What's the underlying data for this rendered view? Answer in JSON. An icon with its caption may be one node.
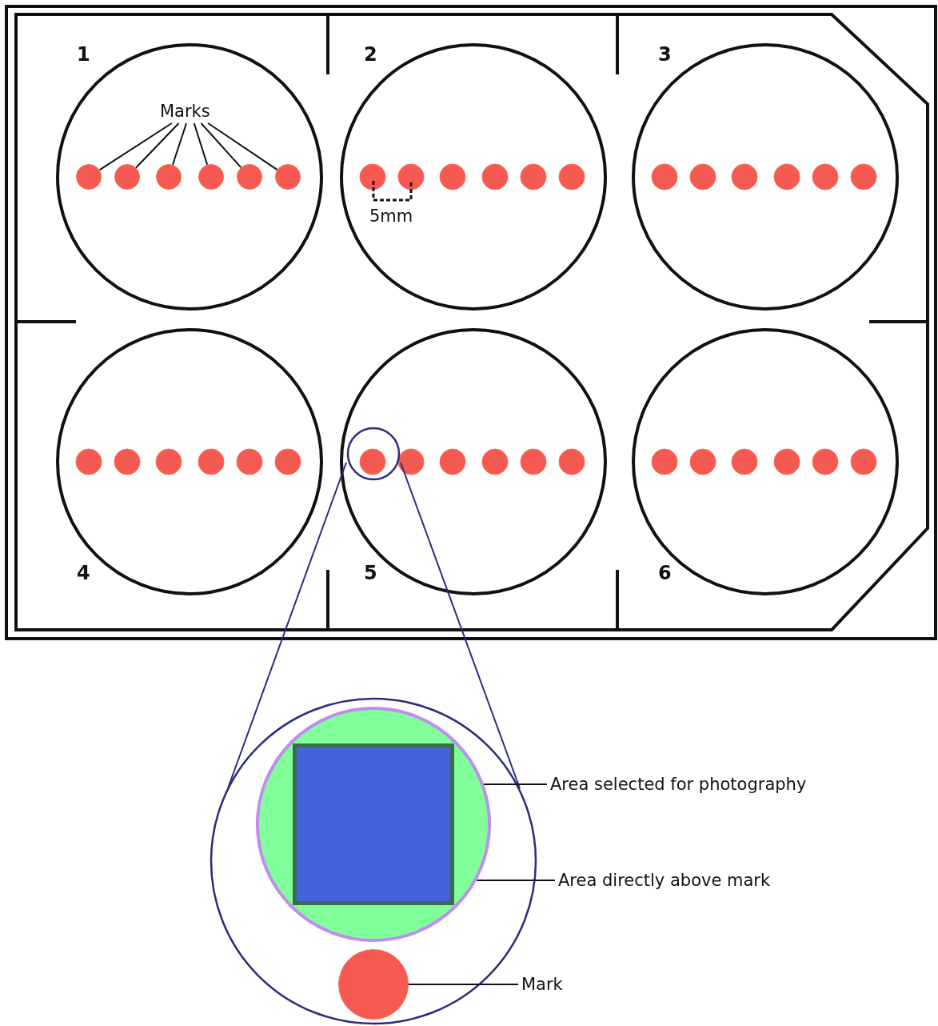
{
  "diagram": {
    "nodes": [
      {
        "text": [
          "Marks"
        ]
      },
      {
        "text": [],
        "shape": "circle"
      },
      {
        "text": [],
        "shape": "circle"
      },
      {
        "text": [],
        "shape": "circle"
      },
      {
        "text": [],
        "shape": "circle"
      },
      {
        "text": [],
        "shape": "circle"
      },
      {
        "text": [],
        "shape": "circle"
      },
      {
        "text": [
          "Area selected for photography"
        ]
      },
      {
        "text": [
          "Area directly above mark"
        ]
      },
      {
        "text": [
          "Mark"
        ]
      },
      {
        "text": [],
        "shape": "circle"
      },
      {
        "text": [],
        "shape": "box",
        "in": 10
      },
      {
        "text": [],
        "shape": "circle"
      }
    ],
    "edges": [
      {
        "from": 0,
        "to": 1,
        "arrow": "none"
      },
      {
        "from": 0,
        "to": 2,
        "arrow": "none"
      },
      {
        "from": 0,
        "to": 3,
        "arrow": "none"
      },
      {
        "from": 0,
        "to": 4,
        "arrow": "none"
      },
      {
        "from": 0,
        "to": 5,
        "arrow": "none"
      },
      {
        "from": 0,
        "to": 6,
        "arrow": "none"
      },
      {
        "from": 7,
        "to": 11,
        "arrow": "none"
      },
      {
        "from": 8,
        "to": 10,
        "arrow": "none"
      },
      {
        "from": 9,
        "to": 12,
        "arrow": "none"
      }
    ],
    "labels": [
      "1",
      "2",
      "3",
      "5mm",
      "4",
      "5",
      "6"
    ]
  }
}
